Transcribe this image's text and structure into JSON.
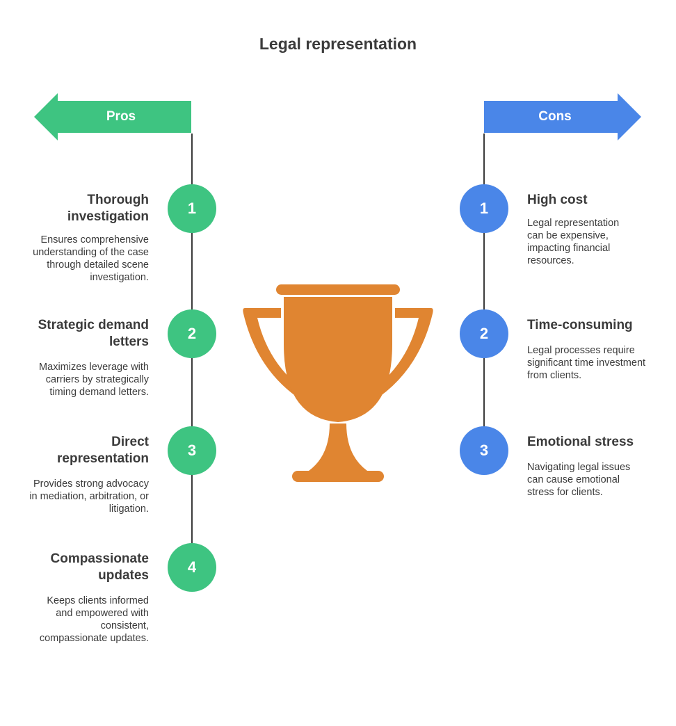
{
  "title": "Legal representation",
  "colors": {
    "pros": "#3ec481",
    "cons": "#4a86e8",
    "trophy": "#e08531",
    "text": "#3b3b3b"
  },
  "pros": {
    "label": "Pros",
    "items": [
      {
        "number": "1",
        "heading": "Thorough investigation",
        "description": "Ensures comprehensive understanding of the case through detailed scene investigation."
      },
      {
        "number": "2",
        "heading": "Strategic demand letters",
        "description": "Maximizes leverage with carriers by strategically timing demand letters."
      },
      {
        "number": "3",
        "heading": "Direct representation",
        "description": "Provides strong advocacy in mediation, arbitration, or litigation."
      },
      {
        "number": "4",
        "heading": "Compassionate updates",
        "description": "Keeps clients informed and empowered with consistent, compassionate updates."
      }
    ]
  },
  "cons": {
    "label": "Cons",
    "items": [
      {
        "number": "1",
        "heading": "High cost",
        "description": "Legal representation can be expensive, impacting financial resources."
      },
      {
        "number": "2",
        "heading": "Time-consuming",
        "description": "Legal processes require significant time investment from clients."
      },
      {
        "number": "3",
        "heading": "Emotional stress",
        "description": "Navigating legal issues can cause emotional stress for clients."
      }
    ]
  },
  "icons": {
    "center": "trophy-icon"
  }
}
